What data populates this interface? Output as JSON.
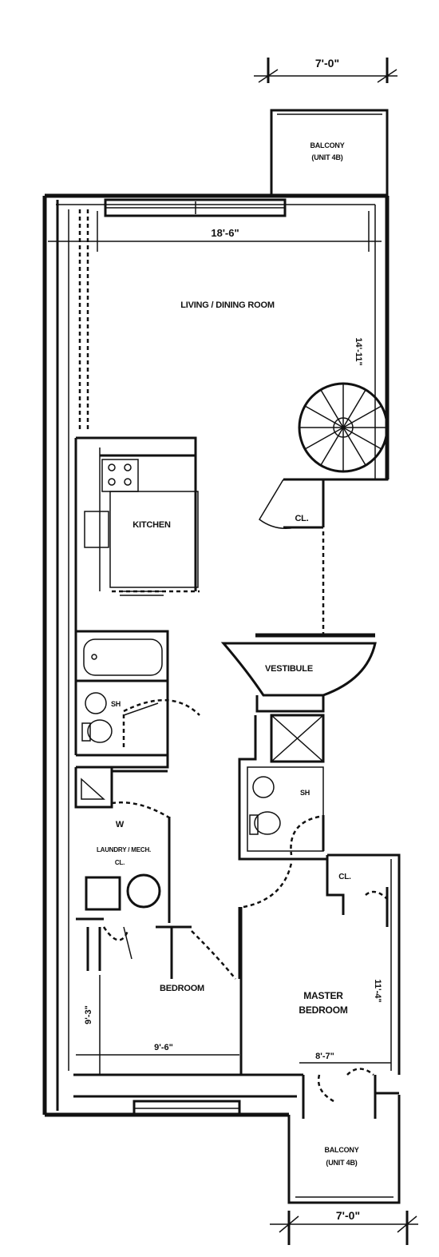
{
  "rooms": {
    "balcony_top": {
      "line1": "BALCONY",
      "line2": "(UNIT 4B)"
    },
    "living": "LIVING / DINING ROOM",
    "kitchen": "KITCHEN",
    "closet": "CL.",
    "vestibule": "VESTIBULE",
    "laundry": {
      "line1": "LAUNDRY / MECH.",
      "line2": "CL."
    },
    "laundry_mark": "W",
    "bedroom": "BEDROOM",
    "master": {
      "line1": "MASTER",
      "line2": "BEDROOM"
    },
    "master_closet": "CL.",
    "balcony_bottom": {
      "line1": "BALCONY",
      "line2": "(UNIT 4B)"
    }
  },
  "dimensions": {
    "top_balcony_width": "7'-0\"",
    "living_width": "18'-6\"",
    "living_height": "14'-11\"",
    "bedroom_width": "9'-6\"",
    "bedroom_height": "9'-3\"",
    "master_width": "8'-7\"",
    "master_height": "11'-4\"",
    "bottom_balcony_width": "7'-0\""
  },
  "fixtures": {
    "shower_label": "SH",
    "shower2_label": "SH"
  }
}
